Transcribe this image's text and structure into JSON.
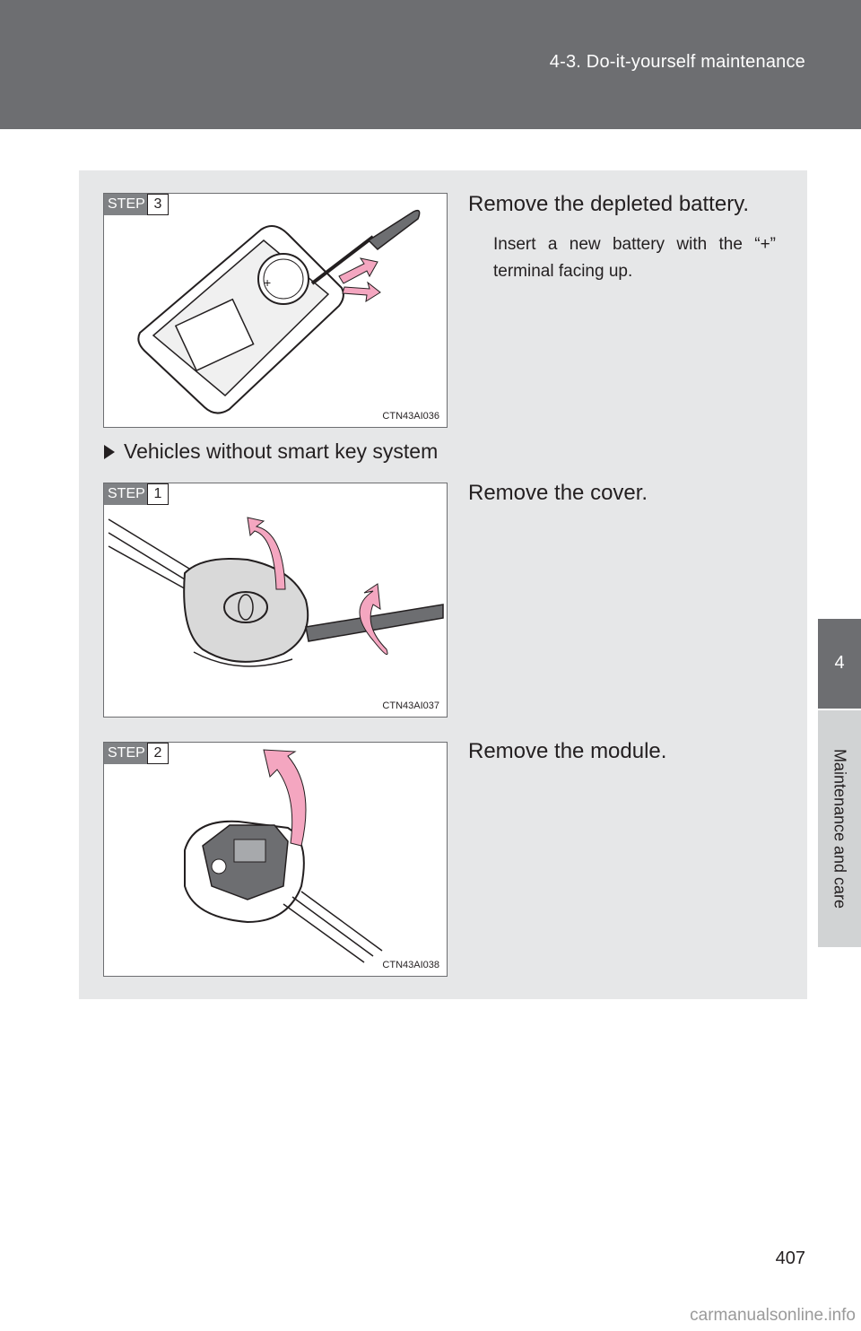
{
  "header": {
    "title": "4-3. Do-it-yourself maintenance"
  },
  "side_tab": {
    "number": "4",
    "label": "Maintenance and care"
  },
  "steps": [
    {
      "step_word": "STEP",
      "step_num": "3",
      "figure_code": "CTN43AI036",
      "instruction": "Remove the depleted battery.",
      "note": "Insert a new battery with the “+” terminal facing up."
    },
    {
      "step_word": "STEP",
      "step_num": "1",
      "figure_code": "CTN43AI037",
      "instruction": "Remove the cover."
    },
    {
      "step_word": "STEP",
      "step_num": "2",
      "figure_code": "CTN43AI038",
      "instruction": "Remove the module."
    }
  ],
  "section_heading": "Vehicles without smart key system",
  "page_number": "407",
  "watermark": "carmanualsonline.info",
  "colors": {
    "header_bg": "#6d6e71",
    "panel_bg": "#e6e7e8",
    "arrow_pink": "#f4a6c0"
  }
}
